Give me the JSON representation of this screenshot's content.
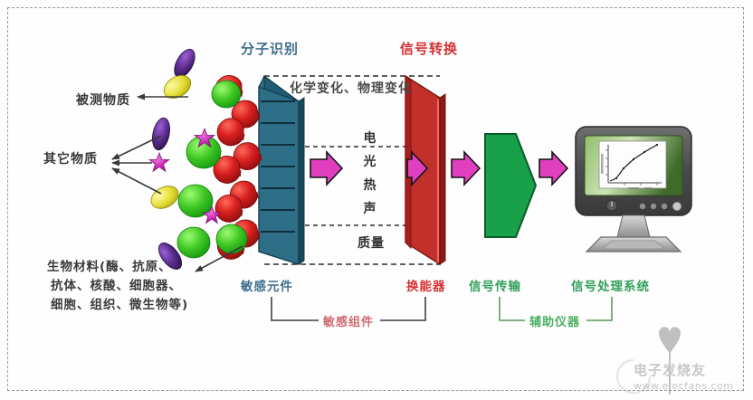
{
  "diagram": {
    "title_labels": {
      "molecular_recognition": "分子识别",
      "signal_conversion": "信号转换",
      "changes": "化学变化、物理变化"
    },
    "left_callouts": {
      "analyte": "被测物质",
      "other_substances": "其它物质",
      "biomaterial_lines": [
        "生物材料(酶、抗原、",
        "抗体、核酸、细胞器、",
        "细胞、组织、微生物等)"
      ]
    },
    "energy_forms": [
      "电",
      "光",
      "热",
      "声"
    ],
    "mass_form": "质量",
    "component_labels": {
      "sensing_element": "敏感元件",
      "transducer": "换能器",
      "signal_transmission": "信号传输",
      "signal_processing_system": "信号处理系统"
    },
    "bracket_labels": {
      "sensing_assembly": "敏感组件",
      "auxiliary_instrument": "辅助仪器"
    },
    "colors": {
      "sensing_plate": "#2e6f87",
      "transducer_plate": "#c2302c",
      "signal_arrow_green": "#18a04a",
      "flow_arrow_magenta": "#e040c0",
      "receptor_red": "#cf1b1b",
      "analyte_green": "#3fc724",
      "interferent_purple": "#5b2d8e",
      "interferent_magenta": "#c828b4",
      "interferent_yellow": "#e8e03a",
      "monitor_screen_green": "#6aa84f",
      "frame_dash": "#9a9a9a"
    },
    "monitor": {
      "screen_chart": {
        "type": "line",
        "description": "rising response curve on white plot area"
      }
    }
  },
  "watermark": {
    "brand": "电子发烧友",
    "url": "www.elecfans.com"
  }
}
